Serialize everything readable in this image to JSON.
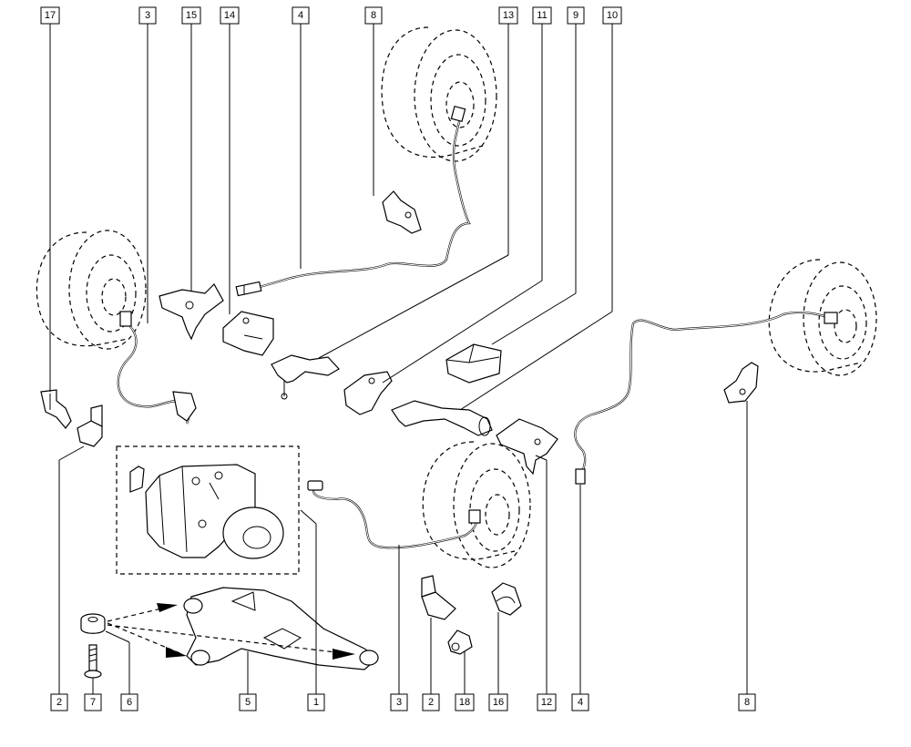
{
  "callouts": {
    "top": [
      "17",
      "3",
      "15",
      "14",
      "4",
      "8",
      "13",
      "11",
      "9",
      "10"
    ],
    "bottom": [
      "2",
      "7",
      "6",
      "5",
      "1",
      "3",
      "2",
      "18",
      "16",
      "12",
      "4",
      "8"
    ]
  }
}
